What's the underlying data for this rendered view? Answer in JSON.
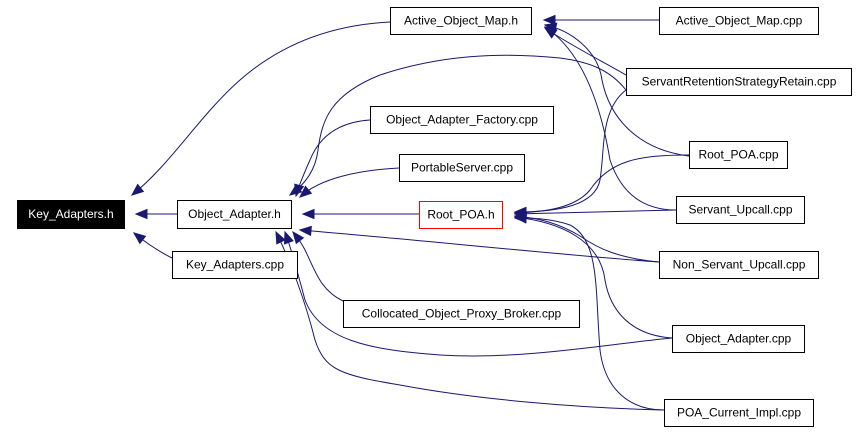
{
  "graph": {
    "type": "include-dependency-graph",
    "edge_color": "#191970",
    "nodes": [
      {
        "id": "key_adapters_h",
        "label": "Key_Adapters.h",
        "style": "root"
      },
      {
        "id": "object_adapter_h",
        "label": "Object_Adapter.h",
        "style": "normal"
      },
      {
        "id": "key_adapters_cpp",
        "label": "Key_Adapters.cpp",
        "style": "normal"
      },
      {
        "id": "active_object_map_h",
        "label": "Active_Object_Map.h",
        "style": "normal"
      },
      {
        "id": "object_adapter_factory_cpp",
        "label": "Object_Adapter_Factory.cpp",
        "style": "normal"
      },
      {
        "id": "portableserver_cpp",
        "label": "PortableServer.cpp",
        "style": "normal"
      },
      {
        "id": "root_poa_h",
        "label": "Root_POA.h",
        "style": "highlight"
      },
      {
        "id": "collocated_object_proxy_broker_cpp",
        "label": "Collocated_Object_Proxy_Broker.cpp",
        "style": "normal"
      },
      {
        "id": "active_object_map_cpp",
        "label": "Active_Object_Map.cpp",
        "style": "normal"
      },
      {
        "id": "servant_retention_strategy_retain_cpp",
        "label": "ServantRetentionStrategyRetain.cpp",
        "style": "normal"
      },
      {
        "id": "root_poa_cpp",
        "label": "Root_POA.cpp",
        "style": "normal"
      },
      {
        "id": "servant_upcall_cpp",
        "label": "Servant_Upcall.cpp",
        "style": "normal"
      },
      {
        "id": "non_servant_upcall_cpp",
        "label": "Non_Servant_Upcall.cpp",
        "style": "normal"
      },
      {
        "id": "object_adapter_cpp",
        "label": "Object_Adapter.cpp",
        "style": "normal"
      },
      {
        "id": "poa_current_impl_cpp",
        "label": "POA_Current_Impl.cpp",
        "style": "normal"
      }
    ],
    "edges": [
      {
        "from": "object_adapter_h",
        "to": "key_adapters_h"
      },
      {
        "from": "key_adapters_cpp",
        "to": "key_adapters_h"
      },
      {
        "from": "active_object_map_h",
        "to": "key_adapters_h"
      },
      {
        "from": "object_adapter_factory_cpp",
        "to": "object_adapter_h"
      },
      {
        "from": "portableserver_cpp",
        "to": "object_adapter_h"
      },
      {
        "from": "root_poa_h",
        "to": "object_adapter_h"
      },
      {
        "from": "collocated_object_proxy_broker_cpp",
        "to": "object_adapter_h"
      },
      {
        "from": "servant_retention_strategy_retain_cpp",
        "to": "object_adapter_h"
      },
      {
        "from": "non_servant_upcall_cpp",
        "to": "object_adapter_h"
      },
      {
        "from": "object_adapter_cpp",
        "to": "object_adapter_h"
      },
      {
        "from": "poa_current_impl_cpp",
        "to": "object_adapter_h"
      },
      {
        "from": "active_object_map_cpp",
        "to": "active_object_map_h"
      },
      {
        "from": "servant_retention_strategy_retain_cpp",
        "to": "active_object_map_h"
      },
      {
        "from": "root_poa_cpp",
        "to": "active_object_map_h"
      },
      {
        "from": "servant_upcall_cpp",
        "to": "active_object_map_h"
      },
      {
        "from": "servant_retention_strategy_retain_cpp",
        "to": "root_poa_h"
      },
      {
        "from": "root_poa_cpp",
        "to": "root_poa_h"
      },
      {
        "from": "servant_upcall_cpp",
        "to": "root_poa_h"
      },
      {
        "from": "non_servant_upcall_cpp",
        "to": "root_poa_h"
      },
      {
        "from": "object_adapter_cpp",
        "to": "root_poa_h"
      },
      {
        "from": "poa_current_impl_cpp",
        "to": "root_poa_h"
      }
    ]
  }
}
